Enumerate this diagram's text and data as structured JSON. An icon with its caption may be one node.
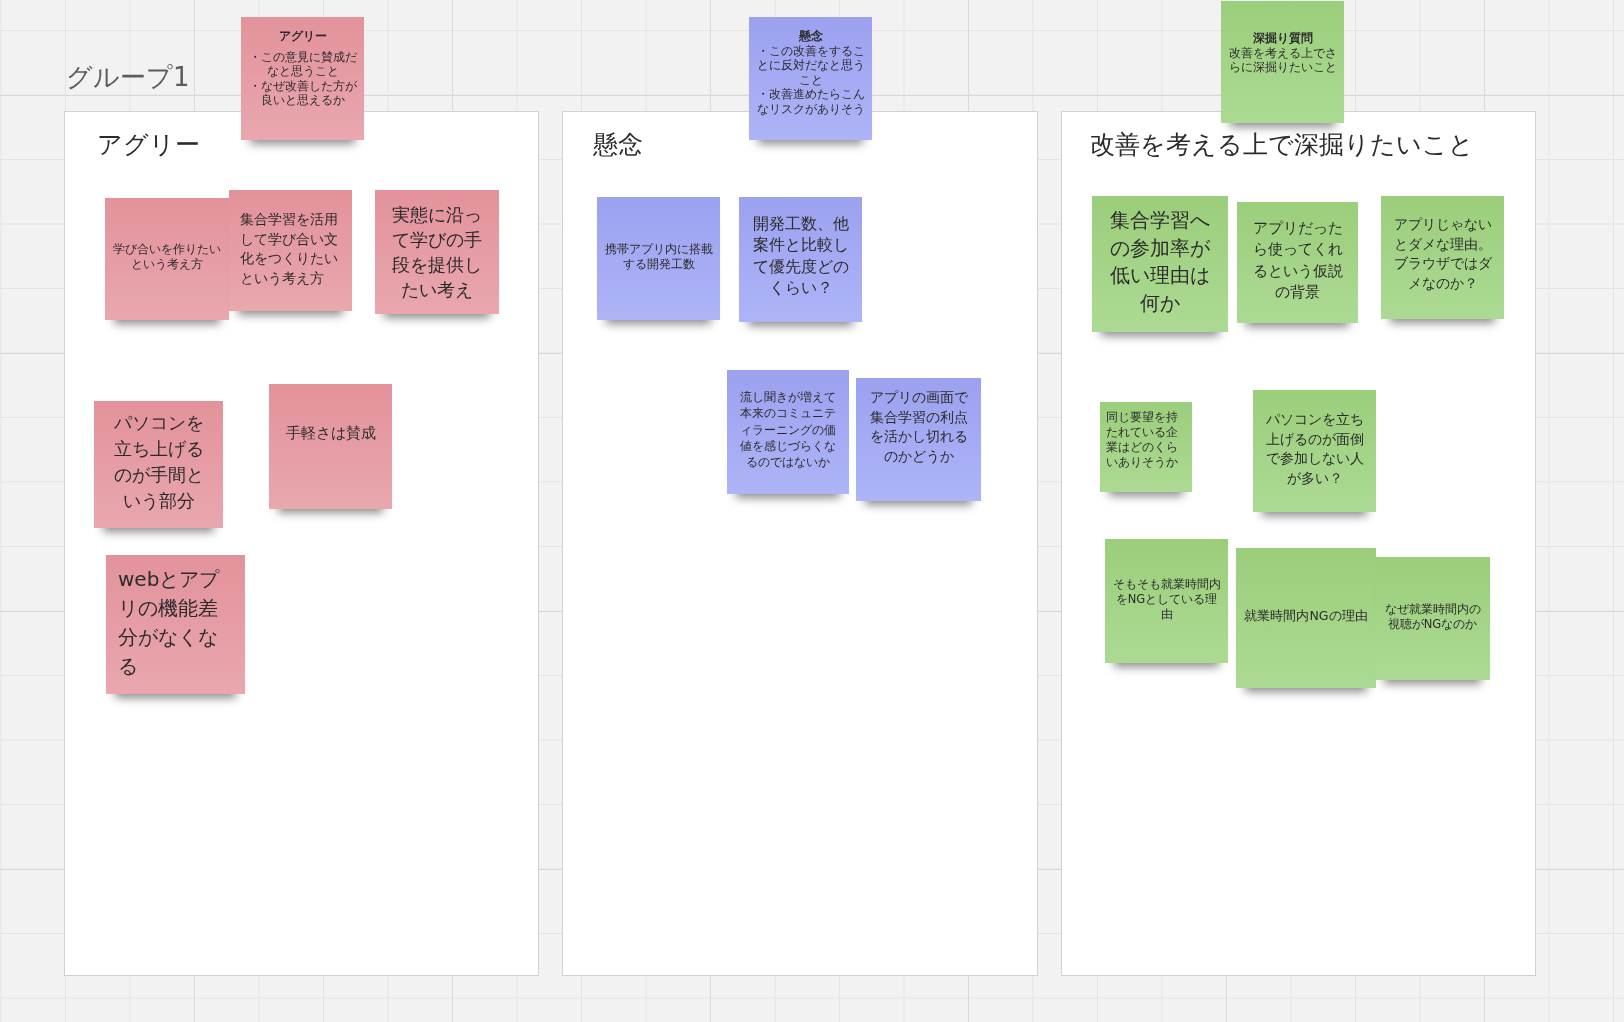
{
  "diagram": {
    "title": "グループ1",
    "nodes": [
      {
        "text": [
          "アグリー",
          "・この意見に賛成だなと思うこと",
          "・なぜ改善した方が良いと思えるか"
        ]
      },
      {
        "text": [
          "懸念",
          "・この改善をすることに反対だなと思うこと",
          "・改善進めたらこんなリスクがありそう"
        ]
      },
      {
        "text": [
          "深掘り質問",
          "改善を考える上でさらに深掘りたいこと"
        ]
      },
      {
        "text": [
          "アグリー"
        ]
      },
      {
        "text": [
          "学び合いを作りたいという考え方"
        ],
        "in": 3
      },
      {
        "text": [
          "集合学習を活用して学び合い文化をつくりたいという考え方"
        ],
        "in": 3
      },
      {
        "text": [
          "実態に沿って学びの手段を提供したい考え"
        ],
        "in": 3
      },
      {
        "text": [
          "パソコンを立ち上げるのが手間という部分"
        ],
        "in": 3
      },
      {
        "text": [
          "手軽さは賛成"
        ],
        "in": 3
      },
      {
        "text": [
          "webとアプリの機能差分がなくなる"
        ],
        "in": 3
      },
      {
        "text": [
          "懸念"
        ]
      },
      {
        "text": [
          "携帯アプリ内に搭載する開発工数"
        ],
        "in": 10
      },
      {
        "text": [
          "開発工数、他案件と比較して優先度どのくらい？"
        ],
        "in": 10
      },
      {
        "text": [
          "流し聞きが増えて本来のコミュニティラーニングの価値を感じづらくなるのではないか"
        ],
        "in": 10
      },
      {
        "text": [
          "アプリの画面で集合学習の利点を活かし切れるのかどうか"
        ],
        "in": 10
      },
      {
        "text": [
          "改善を考える上で深掘りたいこと"
        ]
      },
      {
        "text": [
          "集合学習への参加率が低い理由は何か"
        ],
        "in": 15
      },
      {
        "text": [
          "アプリだったら使ってくれるという仮説の背景"
        ],
        "in": 15
      },
      {
        "text": [
          "アプリじゃないとダメな理由。ブラウザではダメなのか？"
        ],
        "in": 15
      },
      {
        "text": [
          "同じ要望を持たれている企業はどのくらいありそうか"
        ],
        "in": 15
      },
      {
        "text": [
          "パソコンを立ち上げるのが面倒で参加しない人が多い？"
        ],
        "in": 15
      },
      {
        "text": [
          "そもそも就業時間内をNGとしている理由"
        ],
        "in": 15
      },
      {
        "text": [
          "就業時間内NGの理由"
        ],
        "in": 15
      },
      {
        "text": [
          "なぜ就業時間内の視聴がNGなのか"
        ],
        "in": 15
      }
    ]
  }
}
